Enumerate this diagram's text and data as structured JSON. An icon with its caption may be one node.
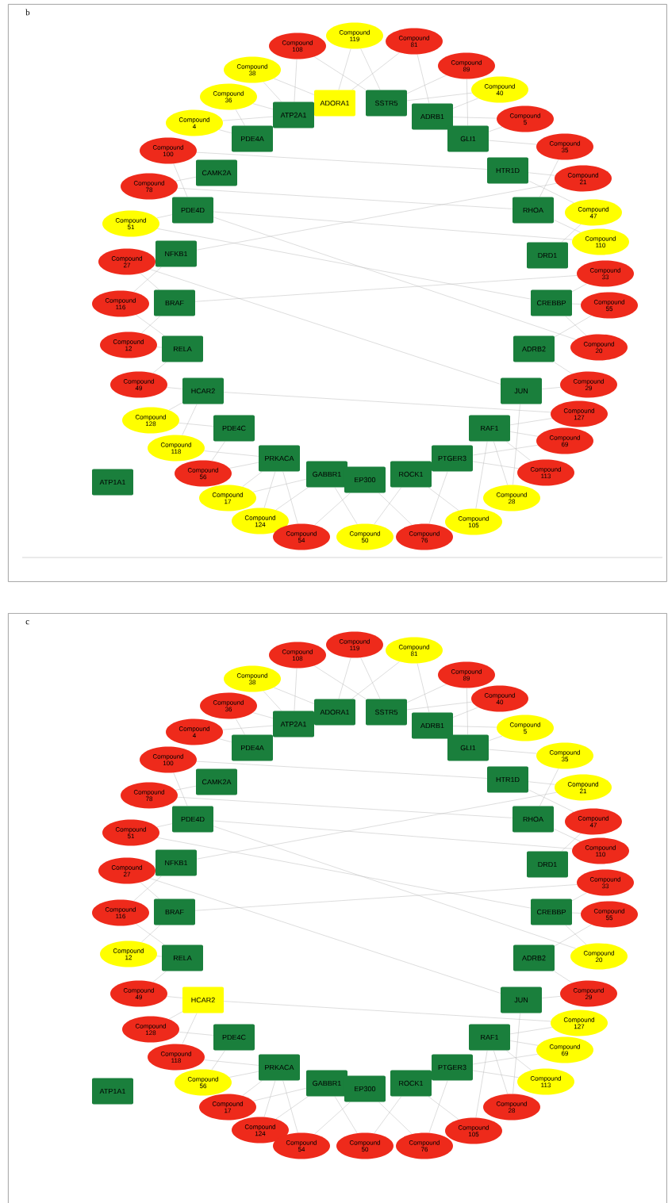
{
  "diagram": {
    "nodes": [
      {
        "text": [
          "b"
        ]
      },
      {
        "text": [
          "Compound 119"
        ],
        "in": 0
      },
      {
        "text": [
          "Compound 108"
        ],
        "in": 0
      },
      {
        "text": [
          "Compound 81"
        ],
        "in": 0
      },
      {
        "text": [
          "Compound 89"
        ],
        "in": 0
      },
      {
        "text": [
          "Compound 38"
        ],
        "in": 0
      },
      {
        "text": [
          "Compound 40"
        ],
        "in": 0
      },
      {
        "text": [
          "Compound 36"
        ],
        "in": 0
      },
      {
        "text": [
          "Compound 5"
        ],
        "in": 0
      },
      {
        "text": [
          "Compound 4"
        ],
        "in": 0
      },
      {
        "text": [
          "Compound 35"
        ],
        "in": 0
      },
      {
        "text": [
          "Compound 100"
        ],
        "in": 0
      },
      {
        "text": [
          "Compound 21"
        ],
        "in": 0
      },
      {
        "text": [
          "Compound 78"
        ],
        "in": 0
      },
      {
        "text": [
          "Compound 47"
        ],
        "in": 0
      },
      {
        "text": [
          "Compound 51"
        ],
        "in": 0
      },
      {
        "text": [
          "Compound 110"
        ],
        "in": 0
      },
      {
        "text": [
          "Compound 27"
        ],
        "in": 0
      },
      {
        "text": [
          "Compound 33"
        ],
        "in": 0
      },
      {
        "text": [
          "Compound 116"
        ],
        "in": 0
      },
      {
        "text": [
          "Compound 55"
        ],
        "in": 0
      },
      {
        "text": [
          "Compound 12"
        ],
        "in": 0
      },
      {
        "text": [
          "Compound 20"
        ],
        "in": 0
      },
      {
        "text": [
          "Compound 49"
        ],
        "in": 0
      },
      {
        "text": [
          "Compound 29"
        ],
        "in": 0
      },
      {
        "text": [
          "Compound 128"
        ],
        "in": 0
      },
      {
        "text": [
          "Compound 127"
        ],
        "in": 0
      },
      {
        "text": [
          "Compound 118"
        ],
        "in": 0
      },
      {
        "text": [
          "Compound 69"
        ],
        "in": 0
      },
      {
        "text": [
          "Compound 56"
        ],
        "in": 0
      },
      {
        "text": [
          "Compound 113"
        ],
        "in": 0
      },
      {
        "text": [
          "Compound 17"
        ],
        "in": 0
      },
      {
        "text": [
          "Compound 28"
        ],
        "in": 0
      },
      {
        "text": [
          "Compound 124"
        ],
        "in": 0
      },
      {
        "text": [
          "Compound 105"
        ],
        "in": 0
      },
      {
        "text": [
          "Compound 54"
        ],
        "in": 0
      },
      {
        "text": [
          "Compound 50"
        ],
        "in": 0
      },
      {
        "text": [
          "Compound 76"
        ],
        "in": 0
      },
      {
        "text": [
          "ADORA1"
        ],
        "in": 0
      },
      {
        "text": [
          "SSTR5"
        ],
        "in": 0
      },
      {
        "text": [
          "ATP2A1"
        ],
        "in": 0
      },
      {
        "text": [
          "ADRB1"
        ],
        "in": 0
      },
      {
        "text": [
          "PDE4A"
        ],
        "in": 0
      },
      {
        "text": [
          "GLI1"
        ],
        "in": 0
      },
      {
        "text": [
          "CAMK2A"
        ],
        "in": 0
      },
      {
        "text": [
          "HTR1D"
        ],
        "in": 0
      },
      {
        "text": [
          "PDE4D"
        ],
        "in": 0
      },
      {
        "text": [
          "RHOA"
        ],
        "in": 0
      },
      {
        "text": [
          "NFKB1"
        ],
        "in": 0
      },
      {
        "text": [
          "DRD1"
        ],
        "in": 0
      },
      {
        "text": [
          "BRAF"
        ],
        "in": 0
      },
      {
        "text": [
          "CREBBP"
        ],
        "in": 0
      },
      {
        "text": [
          "RELA"
        ],
        "in": 0
      },
      {
        "text": [
          "ADRB2"
        ],
        "in": 0
      },
      {
        "text": [
          "HCAR2"
        ],
        "in": 0
      },
      {
        "text": [
          "JUN"
        ],
        "in": 0
      },
      {
        "text": [
          "PDE4C"
        ],
        "in": 0
      },
      {
        "text": [
          "RAF1"
        ],
        "in": 0
      },
      {
        "text": [
          "PRKACA"
        ],
        "in": 0
      },
      {
        "text": [
          "PTGER3"
        ],
        "in": 0
      },
      {
        "text": [
          "GABBR1"
        ],
        "in": 0
      },
      {
        "text": [
          "ROCK1"
        ],
        "in": 0
      },
      {
        "text": [
          "EP300"
        ],
        "in": 0
      },
      {
        "text": [
          "ATP1A1"
        ],
        "in": 0
      },
      {
        "text": [
          "c"
        ]
      },
      {
        "text": [
          "Compound 119"
        ],
        "in": 64
      },
      {
        "text": [
          "Compound 108"
        ],
        "in": 64
      },
      {
        "text": [
          "Compound 81"
        ],
        "in": 64
      },
      {
        "text": [
          "Compound 89"
        ],
        "in": 64
      },
      {
        "text": [
          "Compound 38"
        ],
        "in": 64
      },
      {
        "text": [
          "Compound 40"
        ],
        "in": 64
      },
      {
        "text": [
          "Compound 36"
        ],
        "in": 64
      },
      {
        "text": [
          "Compound 5"
        ],
        "in": 64
      },
      {
        "text": [
          "Compound 4"
        ],
        "in": 64
      },
      {
        "text": [
          "Compound 35"
        ],
        "in": 64
      },
      {
        "text": [
          "Compound 100"
        ],
        "in": 64
      },
      {
        "text": [
          "Compound 21"
        ],
        "in": 64
      },
      {
        "text": [
          "Compound 78"
        ],
        "in": 64
      },
      {
        "text": [
          "Compound 47"
        ],
        "in": 64
      },
      {
        "text": [
          "Compound 51"
        ],
        "in": 64
      },
      {
        "text": [
          "Compound 110"
        ],
        "in": 64
      },
      {
        "text": [
          "Compound 27"
        ],
        "in": 64
      },
      {
        "text": [
          "Compound 33"
        ],
        "in": 64
      },
      {
        "text": [
          "Compound 116"
        ],
        "in": 64
      },
      {
        "text": [
          "Compound 55"
        ],
        "in": 64
      },
      {
        "text": [
          "Compound 12"
        ],
        "in": 64
      },
      {
        "text": [
          "Compound 20"
        ],
        "in": 64
      },
      {
        "text": [
          "Compound 49"
        ],
        "in": 64
      },
      {
        "text": [
          "Compound 29"
        ],
        "in": 64
      },
      {
        "text": [
          "Compound 128"
        ],
        "in": 64
      },
      {
        "text": [
          "Compound 127"
        ],
        "in": 64
      },
      {
        "text": [
          "Compound 118"
        ],
        "in": 64
      },
      {
        "text": [
          "Compound 69"
        ],
        "in": 64
      },
      {
        "text": [
          "Compound 56"
        ],
        "in": 64
      },
      {
        "text": [
          "Compound 113"
        ],
        "in": 64
      },
      {
        "text": [
          "Compound 17"
        ],
        "in": 64
      },
      {
        "text": [
          "Compound 28"
        ],
        "in": 64
      },
      {
        "text": [
          "Compound 124"
        ],
        "in": 64
      },
      {
        "text": [
          "Compound 105"
        ],
        "in": 64
      },
      {
        "text": [
          "Compound 54"
        ],
        "in": 64
      },
      {
        "text": [
          "Compound 50"
        ],
        "in": 64
      },
      {
        "text": [
          "Compound 76"
        ],
        "in": 64
      },
      {
        "text": [
          "ADORA1"
        ],
        "in": 64
      },
      {
        "text": [
          "SSTR5"
        ],
        "in": 64
      },
      {
        "text": [
          "ATP2A1"
        ],
        "in": 64
      },
      {
        "text": [
          "ADRB1"
        ],
        "in": 64
      },
      {
        "text": [
          "PDE4A"
        ],
        "in": 64
      },
      {
        "text": [
          "GLI1"
        ],
        "in": 64
      },
      {
        "text": [
          "CAMK2A"
        ],
        "in": 64
      },
      {
        "text": [
          "HTR1D"
        ],
        "in": 64
      },
      {
        "text": [
          "PDE4D"
        ],
        "in": 64
      },
      {
        "text": [
          "RHOA"
        ],
        "in": 64
      },
      {
        "text": [
          "NFKB1"
        ],
        "in": 64
      },
      {
        "text": [
          "DRD1"
        ],
        "in": 64
      },
      {
        "text": [
          "BRAF"
        ],
        "in": 64
      },
      {
        "text": [
          "CREBBP"
        ],
        "in": 64
      },
      {
        "text": [
          "RELA"
        ],
        "in": 64
      },
      {
        "text": [
          "ADRB2"
        ],
        "in": 64
      },
      {
        "text": [
          "HCAR2"
        ],
        "in": 64
      },
      {
        "text": [
          "JUN"
        ],
        "in": 64
      },
      {
        "text": [
          "PDE4C"
        ],
        "in": 64
      },
      {
        "text": [
          "RAF1"
        ],
        "in": 64
      },
      {
        "text": [
          "PRKACA"
        ],
        "in": 64
      },
      {
        "text": [
          "PTGER3"
        ],
        "in": 64
      },
      {
        "text": [
          "GABBR1"
        ],
        "in": 64
      },
      {
        "text": [
          "ROCK1"
        ],
        "in": 64
      },
      {
        "text": [
          "EP300"
        ],
        "in": 64
      },
      {
        "text": [
          "ATP1A1"
        ],
        "in": 64
      }
    ],
    "edges": [
      {
        "from": 1,
        "to": 39,
        "arrow": "none"
      },
      {
        "from": 1,
        "to": 38,
        "arrow": "none"
      },
      {
        "from": 2,
        "to": 39,
        "arrow": "none"
      },
      {
        "from": 2,
        "to": 40,
        "arrow": "none"
      },
      {
        "from": 3,
        "to": 38,
        "arrow": "none"
      },
      {
        "from": 3,
        "to": 41,
        "arrow": "none"
      },
      {
        "from": 4,
        "to": 39,
        "arrow": "none"
      },
      {
        "from": 4,
        "to": 43,
        "arrow": "none"
      },
      {
        "from": 5,
        "to": 38,
        "arrow": "none"
      },
      {
        "from": 5,
        "to": 40,
        "arrow": "none"
      },
      {
        "from": 6,
        "to": 39,
        "arrow": "none"
      },
      {
        "from": 6,
        "to": 41,
        "arrow": "none"
      },
      {
        "from": 7,
        "to": 40,
        "arrow": "none"
      },
      {
        "from": 7,
        "to": 42,
        "arrow": "none"
      },
      {
        "from": 8,
        "to": 41,
        "arrow": "none"
      },
      {
        "from": 8,
        "to": 43,
        "arrow": "none"
      },
      {
        "from": 9,
        "to": 40,
        "arrow": "none"
      },
      {
        "from": 9,
        "to": 42,
        "arrow": "none"
      },
      {
        "from": 10,
        "to": 43,
        "arrow": "none"
      },
      {
        "from": 10,
        "to": 47,
        "arrow": "none"
      },
      {
        "from": 11,
        "to": 45,
        "arrow": "none"
      },
      {
        "from": 11,
        "to": 46,
        "arrow": "none"
      },
      {
        "from": 12,
        "to": 48,
        "arrow": "none"
      },
      {
        "from": 12,
        "to": 45,
        "arrow": "none"
      },
      {
        "from": 13,
        "to": 47,
        "arrow": "none"
      },
      {
        "from": 13,
        "to": 44,
        "arrow": "none"
      },
      {
        "from": 14,
        "to": 45,
        "arrow": "none"
      },
      {
        "from": 14,
        "to": 49,
        "arrow": "none"
      },
      {
        "from": 15,
        "to": 51,
        "arrow": "none"
      },
      {
        "from": 15,
        "to": 46,
        "arrow": "none"
      },
      {
        "from": 16,
        "to": 46,
        "arrow": "none"
      },
      {
        "from": 16,
        "to": 47,
        "arrow": "none"
      },
      {
        "from": 17,
        "to": 55,
        "arrow": "none"
      },
      {
        "from": 17,
        "to": 50,
        "arrow": "none"
      },
      {
        "from": 18,
        "to": 50,
        "arrow": "none"
      },
      {
        "from": 18,
        "to": 51,
        "arrow": "none"
      },
      {
        "from": 19,
        "to": 52,
        "arrow": "none"
      },
      {
        "from": 19,
        "to": 48,
        "arrow": "none"
      },
      {
        "from": 20,
        "to": 53,
        "arrow": "none"
      },
      {
        "from": 20,
        "to": 51,
        "arrow": "none"
      },
      {
        "from": 21,
        "to": 50,
        "arrow": "none"
      },
      {
        "from": 21,
        "to": 52,
        "arrow": "none"
      },
      {
        "from": 22,
        "to": 46,
        "arrow": "none"
      },
      {
        "from": 22,
        "to": 51,
        "arrow": "none"
      },
      {
        "from": 23,
        "to": 54,
        "arrow": "none"
      },
      {
        "from": 23,
        "to": 52,
        "arrow": "none"
      },
      {
        "from": 24,
        "to": 55,
        "arrow": "none"
      },
      {
        "from": 24,
        "to": 53,
        "arrow": "none"
      },
      {
        "from": 25,
        "to": 56,
        "arrow": "none"
      },
      {
        "from": 25,
        "to": 54,
        "arrow": "none"
      },
      {
        "from": 26,
        "to": 54,
        "arrow": "none"
      },
      {
        "from": 26,
        "to": 57,
        "arrow": "none"
      },
      {
        "from": 27,
        "to": 58,
        "arrow": "none"
      },
      {
        "from": 27,
        "to": 54,
        "arrow": "none"
      },
      {
        "from": 28,
        "to": 59,
        "arrow": "none"
      },
      {
        "from": 28,
        "to": 57,
        "arrow": "none"
      },
      {
        "from": 29,
        "to": 58,
        "arrow": "none"
      },
      {
        "from": 29,
        "to": 56,
        "arrow": "none"
      },
      {
        "from": 30,
        "to": 59,
        "arrow": "none"
      },
      {
        "from": 30,
        "to": 57,
        "arrow": "none"
      },
      {
        "from": 31,
        "to": 60,
        "arrow": "none"
      },
      {
        "from": 31,
        "to": 58,
        "arrow": "none"
      },
      {
        "from": 32,
        "to": 55,
        "arrow": "none"
      },
      {
        "from": 32,
        "to": 57,
        "arrow": "none"
      },
      {
        "from": 33,
        "to": 60,
        "arrow": "none"
      },
      {
        "from": 33,
        "to": 58,
        "arrow": "none"
      },
      {
        "from": 34,
        "to": 57,
        "arrow": "none"
      },
      {
        "from": 34,
        "to": 61,
        "arrow": "none"
      },
      {
        "from": 35,
        "to": 62,
        "arrow": "none"
      },
      {
        "from": 35,
        "to": 58,
        "arrow": "none"
      },
      {
        "from": 36,
        "to": 61,
        "arrow": "none"
      },
      {
        "from": 36,
        "to": 60,
        "arrow": "none"
      },
      {
        "from": 37,
        "to": 59,
        "arrow": "none"
      },
      {
        "from": 37,
        "to": 62,
        "arrow": "none"
      },
      {
        "from": 65,
        "to": 103,
        "arrow": "none"
      },
      {
        "from": 65,
        "to": 102,
        "arrow": "none"
      },
      {
        "from": 66,
        "to": 103,
        "arrow": "none"
      },
      {
        "from": 66,
        "to": 104,
        "arrow": "none"
      },
      {
        "from": 67,
        "to": 102,
        "arrow": "none"
      },
      {
        "from": 67,
        "to": 105,
        "arrow": "none"
      },
      {
        "from": 68,
        "to": 103,
        "arrow": "none"
      },
      {
        "from": 68,
        "to": 107,
        "arrow": "none"
      },
      {
        "from": 69,
        "to": 102,
        "arrow": "none"
      },
      {
        "from": 69,
        "to": 104,
        "arrow": "none"
      },
      {
        "from": 70,
        "to": 103,
        "arrow": "none"
      },
      {
        "from": 70,
        "to": 105,
        "arrow": "none"
      },
      {
        "from": 71,
        "to": 104,
        "arrow": "none"
      },
      {
        "from": 71,
        "to": 106,
        "arrow": "none"
      },
      {
        "from": 72,
        "to": 105,
        "arrow": "none"
      },
      {
        "from": 72,
        "to": 107,
        "arrow": "none"
      },
      {
        "from": 73,
        "to": 104,
        "arrow": "none"
      },
      {
        "from": 73,
        "to": 106,
        "arrow": "none"
      },
      {
        "from": 74,
        "to": 107,
        "arrow": "none"
      },
      {
        "from": 74,
        "to": 111,
        "arrow": "none"
      },
      {
        "from": 75,
        "to": 109,
        "arrow": "none"
      },
      {
        "from": 75,
        "to": 110,
        "arrow": "none"
      },
      {
        "from": 76,
        "to": 112,
        "arrow": "none"
      },
      {
        "from": 76,
        "to": 109,
        "arrow": "none"
      },
      {
        "from": 77,
        "to": 111,
        "arrow": "none"
      },
      {
        "from": 77,
        "to": 108,
        "arrow": "none"
      },
      {
        "from": 78,
        "to": 109,
        "arrow": "none"
      },
      {
        "from": 78,
        "to": 113,
        "arrow": "none"
      },
      {
        "from": 79,
        "to": 115,
        "arrow": "none"
      },
      {
        "from": 79,
        "to": 110,
        "arrow": "none"
      },
      {
        "from": 80,
        "to": 110,
        "arrow": "none"
      },
      {
        "from": 80,
        "to": 111,
        "arrow": "none"
      },
      {
        "from": 81,
        "to": 119,
        "arrow": "none"
      },
      {
        "from": 81,
        "to": 114,
        "arrow": "none"
      },
      {
        "from": 82,
        "to": 114,
        "arrow": "none"
      },
      {
        "from": 82,
        "to": 115,
        "arrow": "none"
      },
      {
        "from": 83,
        "to": 116,
        "arrow": "none"
      },
      {
        "from": 83,
        "to": 112,
        "arrow": "none"
      },
      {
        "from": 84,
        "to": 117,
        "arrow": "none"
      },
      {
        "from": 84,
        "to": 115,
        "arrow": "none"
      },
      {
        "from": 85,
        "to": 114,
        "arrow": "none"
      },
      {
        "from": 85,
        "to": 116,
        "arrow": "none"
      },
      {
        "from": 86,
        "to": 110,
        "arrow": "none"
      },
      {
        "from": 86,
        "to": 115,
        "arrow": "none"
      },
      {
        "from": 87,
        "to": 118,
        "arrow": "none"
      },
      {
        "from": 87,
        "to": 116,
        "arrow": "none"
      },
      {
        "from": 88,
        "to": 119,
        "arrow": "none"
      },
      {
        "from": 88,
        "to": 117,
        "arrow": "none"
      },
      {
        "from": 89,
        "to": 120,
        "arrow": "none"
      },
      {
        "from": 89,
        "to": 118,
        "arrow": "none"
      },
      {
        "from": 90,
        "to": 118,
        "arrow": "none"
      },
      {
        "from": 90,
        "to": 121,
        "arrow": "none"
      },
      {
        "from": 91,
        "to": 122,
        "arrow": "none"
      },
      {
        "from": 91,
        "to": 118,
        "arrow": "none"
      },
      {
        "from": 92,
        "to": 123,
        "arrow": "none"
      },
      {
        "from": 92,
        "to": 121,
        "arrow": "none"
      },
      {
        "from": 93,
        "to": 122,
        "arrow": "none"
      },
      {
        "from": 93,
        "to": 120,
        "arrow": "none"
      },
      {
        "from": 94,
        "to": 123,
        "arrow": "none"
      },
      {
        "from": 94,
        "to": 121,
        "arrow": "none"
      },
      {
        "from": 95,
        "to": 124,
        "arrow": "none"
      },
      {
        "from": 95,
        "to": 122,
        "arrow": "none"
      },
      {
        "from": 96,
        "to": 119,
        "arrow": "none"
      },
      {
        "from": 96,
        "to": 121,
        "arrow": "none"
      },
      {
        "from": 97,
        "to": 124,
        "arrow": "none"
      },
      {
        "from": 97,
        "to": 122,
        "arrow": "none"
      },
      {
        "from": 98,
        "to": 121,
        "arrow": "none"
      },
      {
        "from": 98,
        "to": 125,
        "arrow": "none"
      },
      {
        "from": 99,
        "to": 126,
        "arrow": "none"
      },
      {
        "from": 99,
        "to": 122,
        "arrow": "none"
      },
      {
        "from": 100,
        "to": 125,
        "arrow": "none"
      },
      {
        "from": 100,
        "to": 124,
        "arrow": "none"
      },
      {
        "from": 101,
        "to": 123,
        "arrow": "none"
      },
      {
        "from": 101,
        "to": 126,
        "arrow": "none"
      }
    ]
  }
}
